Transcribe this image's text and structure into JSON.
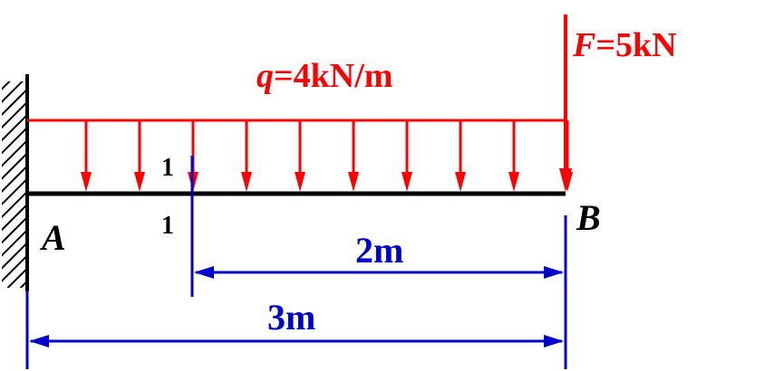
{
  "colors": {
    "load": "#ff0000",
    "dimension": "#0000cc",
    "beam": "#000000",
    "wall_hatch": "#000000"
  },
  "labels": {
    "q_symbol": "q",
    "q_value": "=4kN/m",
    "f_symbol": "F",
    "f_value": "=5kN",
    "point_a": "A",
    "point_b": "B",
    "section_top": "1",
    "section_bottom": "1",
    "dim_short": "2m",
    "dim_long": "3m"
  },
  "load_arrow_count": 10
}
